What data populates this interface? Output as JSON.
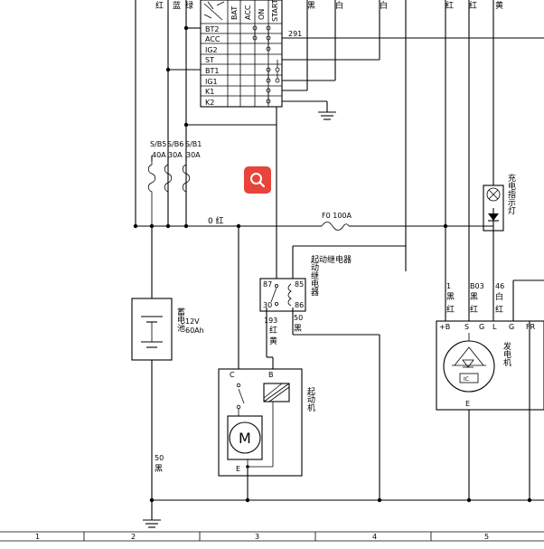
{
  "switch_table": {
    "header": [
      "BAT",
      "ACC",
      "ON",
      "START"
    ],
    "rows": [
      "BT2",
      "ACC",
      "IG2",
      "ST",
      "BT1",
      "IG1",
      "K1",
      "K2"
    ]
  },
  "top_wire_labels": [
    "红",
    "蓝",
    "绿",
    "黑",
    "白",
    "白",
    "红",
    "红",
    "黄"
  ],
  "wire_291": "291",
  "fuses": {
    "labels": [
      "S/B5",
      "S/B6",
      "S/B1"
    ],
    "ratings": [
      "40A",
      "30A",
      "30A"
    ]
  },
  "wire_0_red": "0 红",
  "main_fuse": "F0 100A",
  "relay": {
    "pins": [
      "87",
      "85",
      "30",
      "86"
    ],
    "name": "起动继电器",
    "wire_193_num": "193",
    "wire_193_color1": "红",
    "wire_193_color2": "黄",
    "wire_50_num": "50",
    "wire_50_color": "黑"
  },
  "battery": {
    "name": "蓄电池",
    "voltage": "12V",
    "capacity": "60Ah"
  },
  "starter": {
    "name": "起动机",
    "c": "C",
    "b": "B",
    "e": "E",
    "m": "M"
  },
  "ground_wire": {
    "num": "50",
    "color": "黑"
  },
  "charge_lamp": "充电指示灯",
  "alt_wires": [
    {
      "num": "1",
      "c1": "黑",
      "c2": "红"
    },
    {
      "num": "B03",
      "c1": "黑",
      "c2": "红"
    },
    {
      "num": "46",
      "c1": "白",
      "c2": "红"
    }
  ],
  "alternator": {
    "pins": [
      "+B",
      "S",
      "G",
      "L",
      "G",
      "FR"
    ],
    "name": "发电机",
    "e": "E",
    "inner": "IC"
  },
  "grid_numbers": [
    "1",
    "2",
    "3",
    "4",
    "5"
  ],
  "colors": {
    "zoom_button": "#e8443a",
    "line": "#000000"
  },
  "icons": {
    "zoom": "magnifier-icon"
  }
}
